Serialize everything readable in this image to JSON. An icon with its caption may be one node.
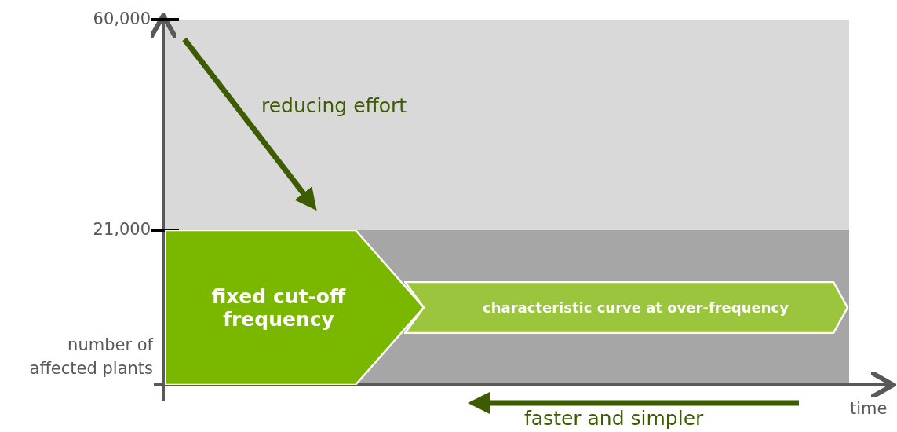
{
  "diagram": {
    "nodes": [
      {
        "text": [
          "fixed cut-off frequency"
        ]
      },
      {
        "text": [
          "characteristic curve at over-frequency"
        ]
      }
    ],
    "labels": [
      "60,000",
      "reducing effort",
      "21,000",
      "number of affected plants",
      "time",
      "faster and simpler"
    ]
  }
}
